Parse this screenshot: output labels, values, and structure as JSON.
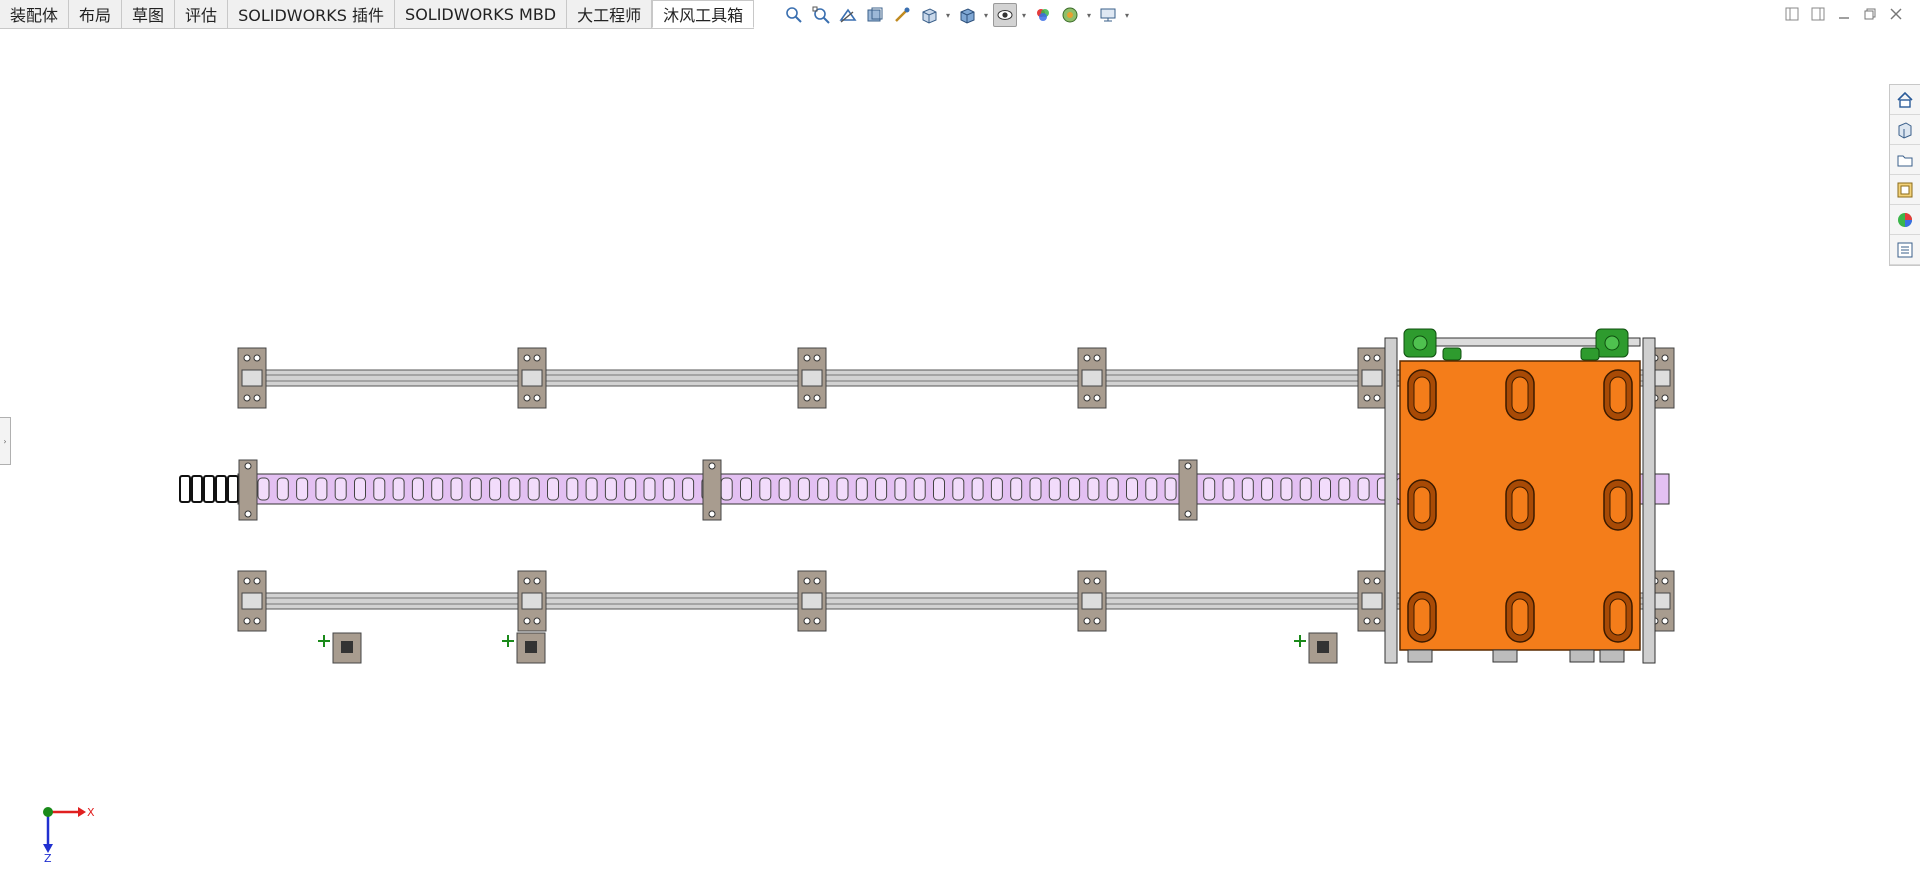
{
  "tabs": [
    {
      "label": "装配体",
      "active": false
    },
    {
      "label": "布局",
      "active": false
    },
    {
      "label": "草图",
      "active": false
    },
    {
      "label": "评估",
      "active": false
    },
    {
      "label": "SOLIDWORKS 插件",
      "active": false
    },
    {
      "label": "SOLIDWORKS MBD",
      "active": false
    },
    {
      "label": "大工程师",
      "active": false
    },
    {
      "label": "沐风工具箱",
      "active": true
    }
  ],
  "hud_tools": [
    "zoom-to-fit-icon",
    "zoom-to-area-icon",
    "previous-view-icon",
    "section-view-icon",
    "dynamic-annotation-icon",
    "view-orientation-icon",
    "display-style-icon",
    "hide-show-items-icon",
    "edit-appearance-icon",
    "apply-scene-icon",
    "view-settings-icon"
  ],
  "window_controls": [
    "tile-left-icon",
    "tile-right-icon",
    "minimize-icon",
    "restore-icon",
    "close-icon"
  ],
  "task_pane": [
    "home-icon",
    "design-library-icon",
    "file-explorer-icon",
    "view-palette-icon",
    "appearances-icon",
    "custom-properties-icon"
  ],
  "triad": {
    "x_label": "X",
    "z_label": "Z"
  },
  "colors": {
    "rail": "#b8b8b8",
    "bracket": "#a89c8f",
    "cable_chain": "#e3c0f2",
    "carriage": "#f47d1a",
    "motor": "#2e9b2e",
    "x_axis": "#e02020",
    "z_axis": "#2030d0",
    "origin": "#1a8a1a"
  }
}
